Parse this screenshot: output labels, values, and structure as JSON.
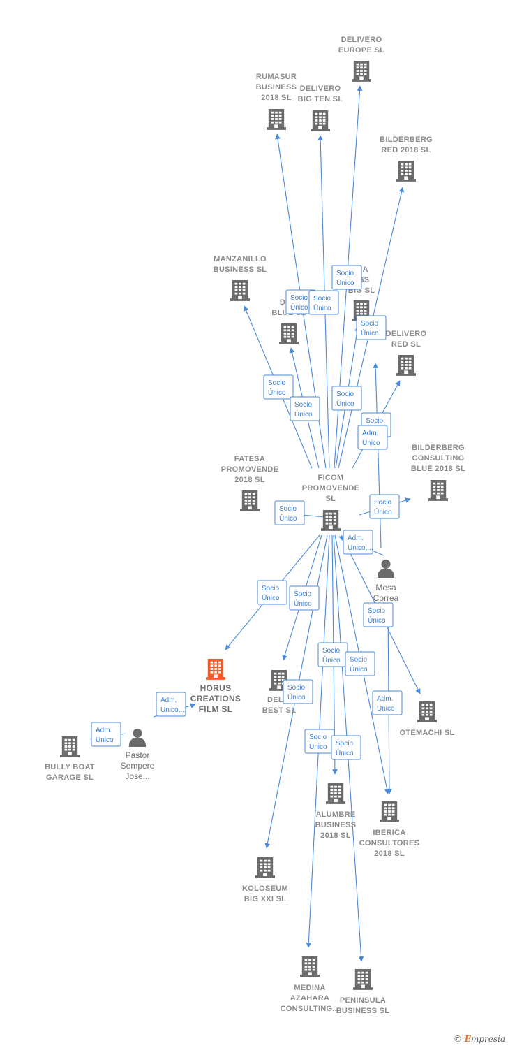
{
  "colors": {
    "edge": "#4a8ad8",
    "building": "#6b6b6b",
    "focus": "#f05a28",
    "person": "#6b6b6b"
  },
  "watermark": {
    "symbol": "©",
    "brand_initial": "E",
    "brand_rest": "mpresia"
  },
  "nodes": [
    {
      "id": "ficom",
      "type": "company",
      "label": [
        "FICOM",
        "PROMOVENDE",
        "SL"
      ]
    },
    {
      "id": "delivero_europe",
      "type": "company",
      "label": [
        "DELIVERO",
        "EUROPE  SL"
      ]
    },
    {
      "id": "rumasur",
      "type": "company",
      "label": [
        "RUMASUR",
        "BUSINESS",
        "2018  SL"
      ]
    },
    {
      "id": "delivero_bigten",
      "type": "company",
      "label": [
        "DELIVERO",
        "BIG TEN  SL"
      ]
    },
    {
      "id": "bilderberg_red",
      "type": "company",
      "label": [
        "BILDERBERG",
        "RED 2018  SL"
      ]
    },
    {
      "id": "manzanillo",
      "type": "company",
      "label": [
        "MANZANILLO",
        "BUSINESS  SL"
      ]
    },
    {
      "id": "iberica_big",
      "type": "company",
      "label": [
        "ICA",
        "ESS",
        "BIG  SL"
      ]
    },
    {
      "id": "delivero_blue",
      "type": "company",
      "label": [
        "DELI",
        "BLUE  SL"
      ]
    },
    {
      "id": "delivero_red",
      "type": "company",
      "label": [
        "DELIVERO",
        "RED  SL"
      ]
    },
    {
      "id": "fatesa",
      "type": "company",
      "label": [
        "FATESA",
        "PROMOVENDE",
        "2018  SL"
      ]
    },
    {
      "id": "bilderberg_blue",
      "type": "company",
      "label": [
        "BILDERBERG",
        "CONSULTING",
        "BLUE 2018  SL"
      ]
    },
    {
      "id": "horus",
      "type": "company",
      "focus": true,
      "label": [
        "HORUS",
        "CREATIONS",
        "FILM  SL"
      ]
    },
    {
      "id": "delivero_best",
      "type": "company",
      "label": [
        "DELIV",
        "BEST  SL"
      ]
    },
    {
      "id": "otemachi",
      "type": "company",
      "label": [
        "OTEMACHI  SL"
      ]
    },
    {
      "id": "bully",
      "type": "company",
      "label": [
        "BULLY BOAT",
        "GARAGE  SL"
      ]
    },
    {
      "id": "alumbre",
      "type": "company",
      "label": [
        "ALUMBRE",
        "BUSINESS",
        "2018  SL"
      ]
    },
    {
      "id": "iberica_cons",
      "type": "company",
      "label": [
        "IBERICA",
        "CONSULTORES",
        "2018  SL"
      ]
    },
    {
      "id": "koloseum",
      "type": "company",
      "label": [
        "KOLOSEUM",
        "BIG XXI  SL"
      ]
    },
    {
      "id": "medina",
      "type": "company",
      "label": [
        "MEDINA",
        "AZAHARA",
        "CONSULTING..."
      ]
    },
    {
      "id": "peninsula",
      "type": "company",
      "label": [
        "PENINSULA",
        "BUSINESS  SL"
      ]
    },
    {
      "id": "mesa",
      "type": "person",
      "label": [
        "Mesa",
        "Correa",
        "..."
      ]
    },
    {
      "id": "pastor",
      "type": "person",
      "label": [
        "Pastor",
        "Sempere",
        "Jose..."
      ]
    }
  ],
  "edges": [
    {
      "from": "ficom",
      "to": "delivero_europe",
      "label": [
        "Socio",
        "Único"
      ]
    },
    {
      "from": "ficom",
      "to": "rumasur",
      "label": [
        "Socio",
        "Único"
      ]
    },
    {
      "from": "ficom",
      "to": "delivero_bigten",
      "label": [
        "Socio",
        "Único"
      ]
    },
    {
      "from": "ficom",
      "to": "bilderberg_red",
      "label": [
        "Socio",
        "Único"
      ]
    },
    {
      "from": "ficom",
      "to": "manzanillo",
      "label": [
        "Socio",
        "Único"
      ]
    },
    {
      "from": "ficom",
      "to": "delivero_blue",
      "label": [
        "Socio",
        "Único"
      ]
    },
    {
      "from": "ficom",
      "to": "iberica_big",
      "label": [
        "Socio",
        "Único"
      ]
    },
    {
      "from": "ficom",
      "to": "delivero_red",
      "label": [
        "Socio",
        ""
      ]
    },
    {
      "from": "ficom",
      "to": "fatesa",
      "label": [
        "Socio",
        "Único"
      ]
    },
    {
      "from": "ficom",
      "to": "bilderberg_blue",
      "label": [
        "Socio",
        "Único"
      ]
    },
    {
      "from": "mesa",
      "to": "ficom",
      "label": [
        "Adm.",
        "Unico"
      ]
    },
    {
      "from": "mesa",
      "to": "ficom",
      "label": [
        "Adm.",
        "Unico,..."
      ]
    },
    {
      "from": "ficom",
      "to": "horus",
      "label": [
        "Socio",
        "Único"
      ]
    },
    {
      "from": "ficom",
      "to": "delivero_best",
      "label": [
        "Socio",
        "Único"
      ]
    },
    {
      "from": "ficom",
      "to": "otemachi",
      "label": [
        "Socio",
        "Único"
      ]
    },
    {
      "from": "ficom",
      "to": "alumbre",
      "label": [
        "Socio",
        "Único"
      ]
    },
    {
      "from": "ficom",
      "to": "iberica_cons",
      "label": [
        "Socio",
        "Único"
      ]
    },
    {
      "from": "mesa",
      "to": "iberica_cons",
      "label": [
        "Adm.",
        "Unico"
      ]
    },
    {
      "from": "ficom",
      "to": "koloseum",
      "label": [
        "Socio",
        "Único"
      ]
    },
    {
      "from": "ficom",
      "to": "medina",
      "label": [
        "Socio",
        "Único"
      ]
    },
    {
      "from": "ficom",
      "to": "peninsula",
      "label": [
        "Socio",
        "Único"
      ]
    },
    {
      "from": "pastor",
      "to": "horus",
      "label": [
        "Adm.",
        "Unico,..."
      ]
    },
    {
      "from": "pastor",
      "to": "bully",
      "label": [
        "Adm.",
        "Unico"
      ]
    }
  ]
}
